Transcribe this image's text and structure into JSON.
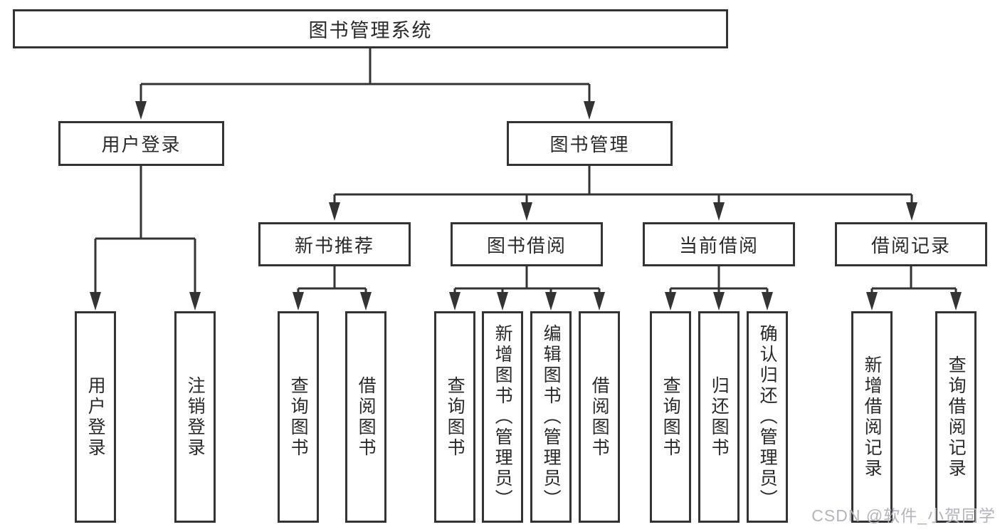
{
  "nodes": {
    "root": {
      "label": "图书管理系统"
    },
    "userLogin": {
      "label": "用户登录",
      "children": [
        {
          "label": "用户登录"
        },
        {
          "label": "注销登录"
        }
      ]
    },
    "bookMgmt": {
      "label": "图书管理"
    },
    "newBook": {
      "label": "新书推荐",
      "children": [
        {
          "label": "查询图书"
        },
        {
          "label": "借阅图书"
        }
      ]
    },
    "bookBorrow": {
      "label": "图书借阅",
      "children": [
        {
          "label": "查询图书"
        },
        {
          "label": "新增图书（管理员）"
        },
        {
          "label": "编辑图书（管理员）"
        },
        {
          "label": "借阅图书"
        }
      ]
    },
    "currentBorrow": {
      "label": "当前借阅",
      "children": [
        {
          "label": "查询图书"
        },
        {
          "label": "归还图书"
        },
        {
          "label": "确认归还（管理员）"
        }
      ]
    },
    "borrowRecord": {
      "label": "借阅记录",
      "children": [
        {
          "label": "新增借阅记录"
        },
        {
          "label": "查询借阅记录"
        }
      ]
    }
  },
  "watermark": {
    "text": "CSDN @软件_小贺同学"
  },
  "colors": {
    "line": "#333333",
    "text": "#2a2a2a",
    "watermark": "#b4b5bd",
    "box_background": "#ffffff",
    "page_background": "#ffffff"
  }
}
